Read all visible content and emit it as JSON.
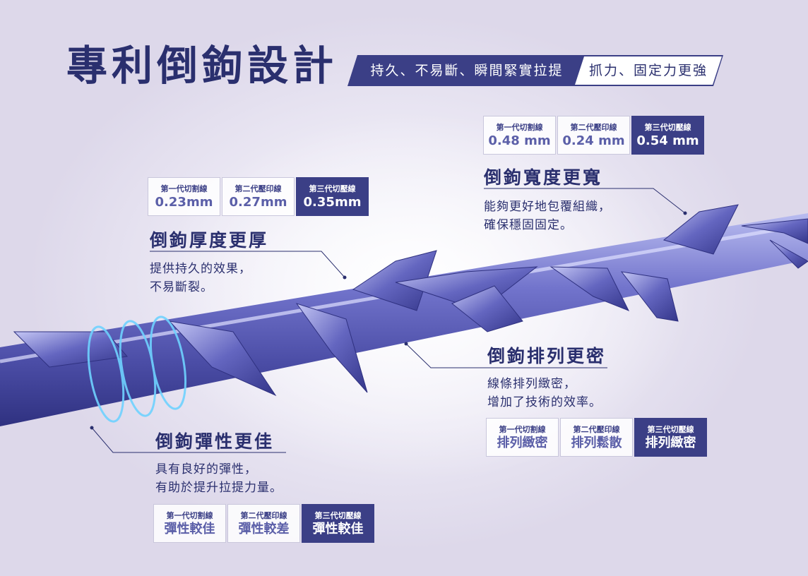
{
  "title": "專利倒鉤設計",
  "tagline": {
    "dark": "持久、不易斷、瞬間緊實拉提",
    "light": "抓力、固定力更強"
  },
  "features": {
    "width": {
      "heading": "倒鉤寬度更寬",
      "desc": [
        "能夠更好地包覆組織，",
        "確保穩固固定。"
      ],
      "boxes": [
        {
          "label": "第一代切割線",
          "value": "0.48 mm"
        },
        {
          "label": "第二代壓印線",
          "value": "0.24 mm"
        },
        {
          "label": "第三代切壓線",
          "value": "0.54 mm"
        }
      ]
    },
    "thickness": {
      "heading": "倒鉤厚度更厚",
      "desc": [
        "提供持久的效果，",
        "不易斷裂。"
      ],
      "boxes": [
        {
          "label": "第一代切割線",
          "value": "0.23mm"
        },
        {
          "label": "第二代壓印線",
          "value": "0.27mm"
        },
        {
          "label": "第三代切壓線",
          "value": "0.35mm"
        }
      ]
    },
    "density": {
      "heading": "倒鉤排列更密",
      "desc": [
        "線條排列緻密，",
        "增加了技術的效率。"
      ],
      "boxes": [
        {
          "label": "第一代切割線",
          "value": "排列緻密"
        },
        {
          "label": "第二代壓印線",
          "value": "排列鬆散"
        },
        {
          "label": "第三代切壓線",
          "value": "排列緻密"
        }
      ]
    },
    "elasticity": {
      "heading": "倒鉤彈性更佳",
      "desc": [
        "具有良好的彈性，",
        "有助於提升拉提力量。"
      ],
      "boxes": [
        {
          "label": "第一代切割線",
          "value": "彈性較佳"
        },
        {
          "label": "第二代壓印線",
          "value": "彈性較差"
        },
        {
          "label": "第三代切壓線",
          "value": "彈性較佳"
        }
      ]
    }
  },
  "colors": {
    "navy": "#2a2f6e",
    "accent": "#3b3f86",
    "thread": "#5a5cb4",
    "glow": "#6fd2ff"
  }
}
